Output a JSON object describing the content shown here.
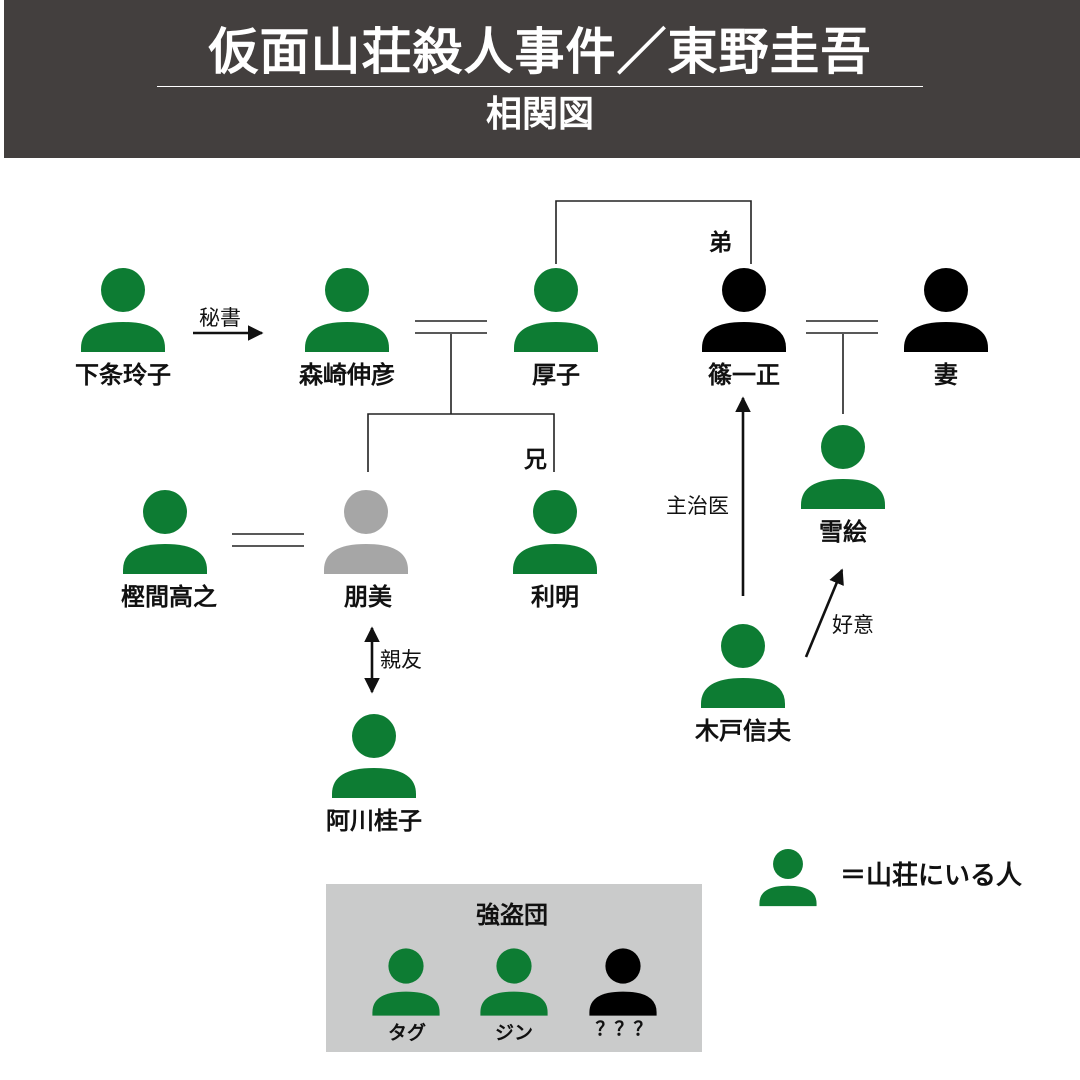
{
  "header": {
    "title": "仮面山荘殺人事件／東野圭吾",
    "subtitle": "相関図"
  },
  "colors": {
    "header_bg": "#433f3e",
    "present": "#0d7c33",
    "absent": "#000000",
    "deceased": "#a6a6a6",
    "gang_box": "#cacbcb"
  },
  "people": {
    "shimojo": "下条玲子",
    "morisaki": "森崎伸彦",
    "atsuko": "厚子",
    "shinoichisei": "篠一正",
    "tsuma": "妻",
    "kashima": "樫間高之",
    "tomomi": "朋美",
    "toshiaki": "利明",
    "yukie": "雪絵",
    "kido": "木戸信夫",
    "agawa": "阿川桂子"
  },
  "relations": {
    "secretary": "秘書",
    "younger_brother": "弟",
    "older_brother": "兄",
    "physician": "主治医",
    "favor": "好意",
    "best_friend": "親友"
  },
  "gang": {
    "title": "強盗団",
    "members": [
      "タグ",
      "ジン",
      "？？？"
    ]
  },
  "legend": {
    "text": "＝山荘にいる人"
  }
}
